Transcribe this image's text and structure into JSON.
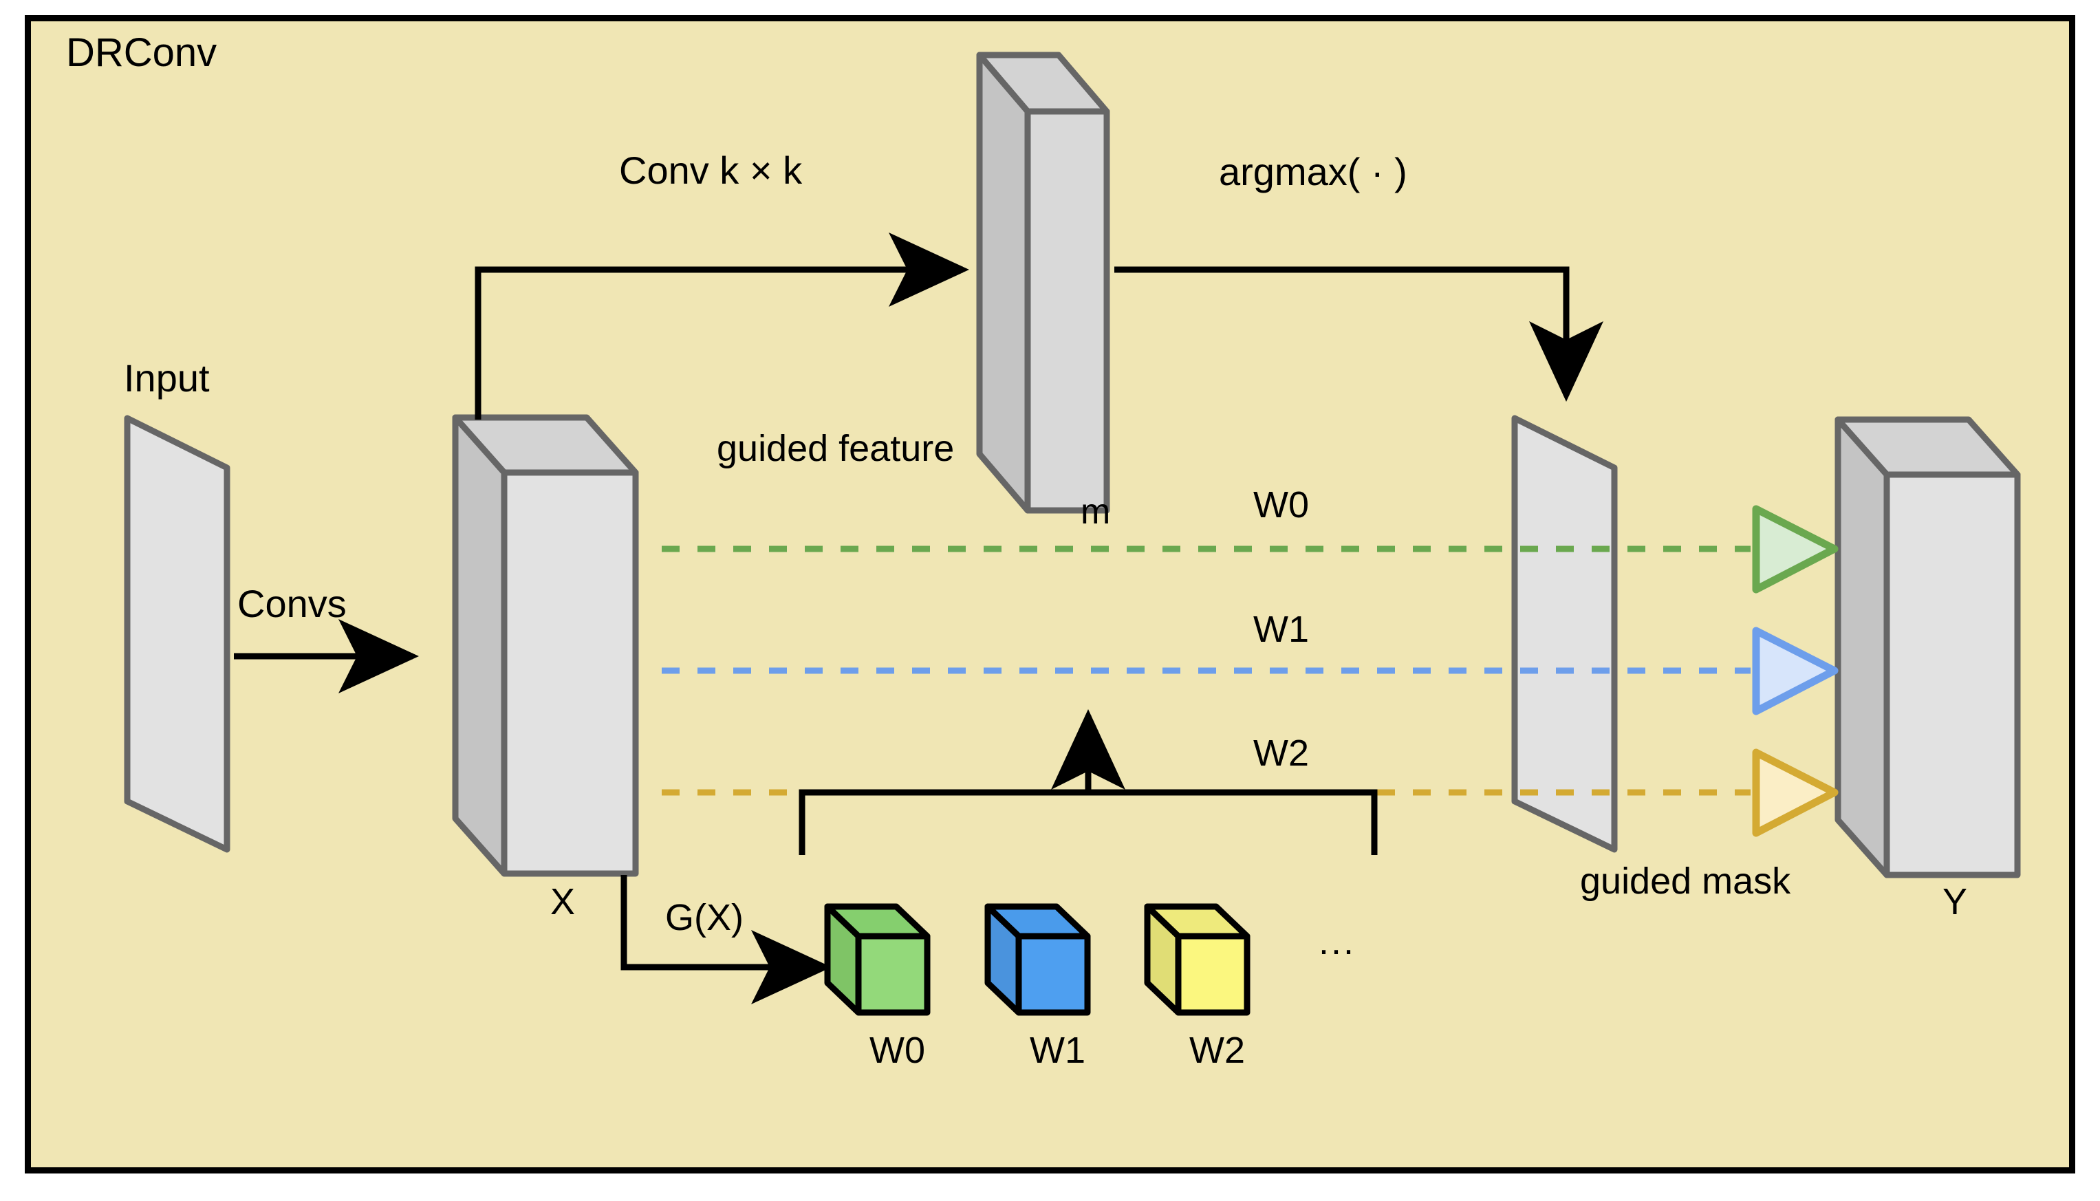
{
  "diagram": {
    "title": "DRConv",
    "background_color": "#f0e6b4",
    "border_color": "#000000",
    "labels": {
      "input": "Input",
      "convs": "Convs",
      "conv_kk": "Conv k × k",
      "guided_feature": "guided feature",
      "m": "m",
      "argmax": "argmax( · )",
      "x": "X",
      "gx": "G(X)",
      "guided_mask": "guided mask",
      "y": "Y",
      "ellipsis": "..."
    },
    "weight_line_labels": [
      "W0",
      "W1",
      "W2"
    ],
    "weight_cube_labels": [
      "W0",
      "W1",
      "W2"
    ],
    "line_colors": {
      "w0": "#6aa84f",
      "w1": "#6d9eeb",
      "w2": "#d4aa33"
    },
    "cube_colors": {
      "w0_front": "#93d97a",
      "w0_side": "#7fc466",
      "w0_top": "#85cf6e",
      "w1_front": "#4e9ff0",
      "w1_side": "#4a93dd",
      "w1_top": "#4a9beb",
      "w2_front": "#fbf77f",
      "w2_side": "#e0dd75",
      "w2_top": "#eeea7c"
    },
    "triangle_fills": {
      "w0": "#d8ecd3",
      "w1": "#d7e5fb",
      "w2": "#fbeec6"
    },
    "box_colors": {
      "front_face": "#e2e2e2",
      "side_face": "#c4c4c4",
      "top_face": "#d3d3d3",
      "stroke": "#666666"
    }
  }
}
